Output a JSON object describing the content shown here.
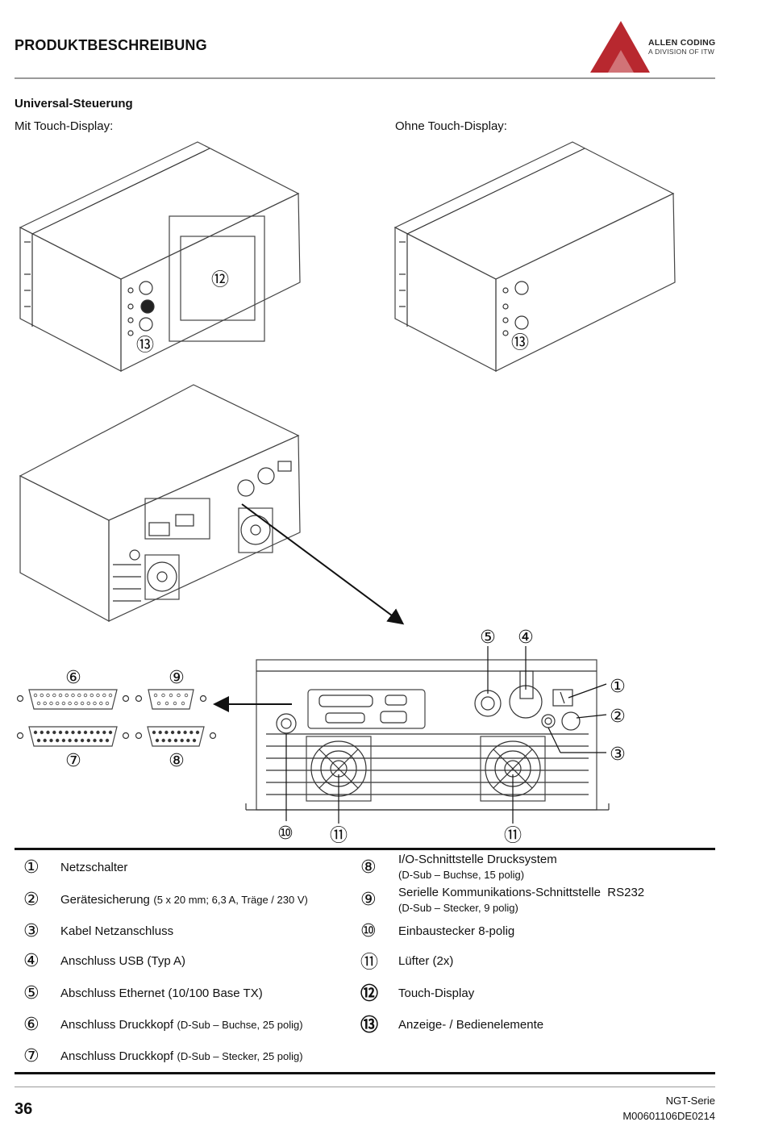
{
  "header": {
    "title": "PRODUKTBESCHREIBUNG",
    "logo_name": "ALLEN CODING",
    "logo_sub": "A DIVISION OF ITW",
    "logo_color": "#b8282f"
  },
  "section": {
    "title": "Universal-Steuerung",
    "with_display": "Mit Touch-Display:",
    "without_display": "Ohne Touch-Display:"
  },
  "callouts": {
    "c1": "①",
    "c2": "②",
    "c3": "③",
    "c4": "④",
    "c5": "⑤",
    "c6": "⑥",
    "c7": "⑦",
    "c8": "⑧",
    "c9": "⑨",
    "c10": "⑩",
    "c11": "⑪",
    "c12": "⑫",
    "c13": "⑬"
  },
  "legend": {
    "left": [
      {
        "num": "①",
        "label": "Netzschalter",
        "detail": ""
      },
      {
        "num": "②",
        "label": "Gerätesicherung",
        "detail": "(5 x 20 mm; 6,3 A, Träge / 230 V)"
      },
      {
        "num": "③",
        "label": "Kabel Netzanschluss",
        "detail": ""
      },
      {
        "num": "④",
        "label": "Anschluss USB (Typ A)",
        "detail": ""
      },
      {
        "num": "⑤",
        "label": "Abschluss Ethernet (10/100 Base TX)",
        "detail": ""
      },
      {
        "num": "⑥",
        "label": "Anschluss Druckkopf",
        "detail": "(D-Sub – Buchse, 25 polig)"
      },
      {
        "num": "⑦",
        "label": "Anschluss Druckkopf",
        "detail": "(D-Sub – Stecker, 25 polig)"
      }
    ],
    "right": [
      {
        "num": "⑧",
        "label": "I/O-Schnittstelle Drucksystem",
        "sub": "(D-Sub – Buchse, 15 polig)"
      },
      {
        "num": "⑨",
        "label": "Serielle Kommunikations-Schnittstelle  RS232",
        "sub": "(D-Sub – Stecker, 9 polig)"
      },
      {
        "num": "⑩",
        "label": "Einbaustecker 8-polig",
        "sub": ""
      },
      {
        "num": "⑪",
        "label": "Lüfter (2x)",
        "sub": ""
      },
      {
        "num": "⑫",
        "label": "Touch-Display",
        "sub": ""
      },
      {
        "num": "⑬",
        "label": "Anzeige- / Bedienelemente",
        "sub": ""
      }
    ]
  },
  "footer": {
    "page_number": "36",
    "series": "NGT-Serie",
    "doc_number": "M00601106DE0214"
  }
}
